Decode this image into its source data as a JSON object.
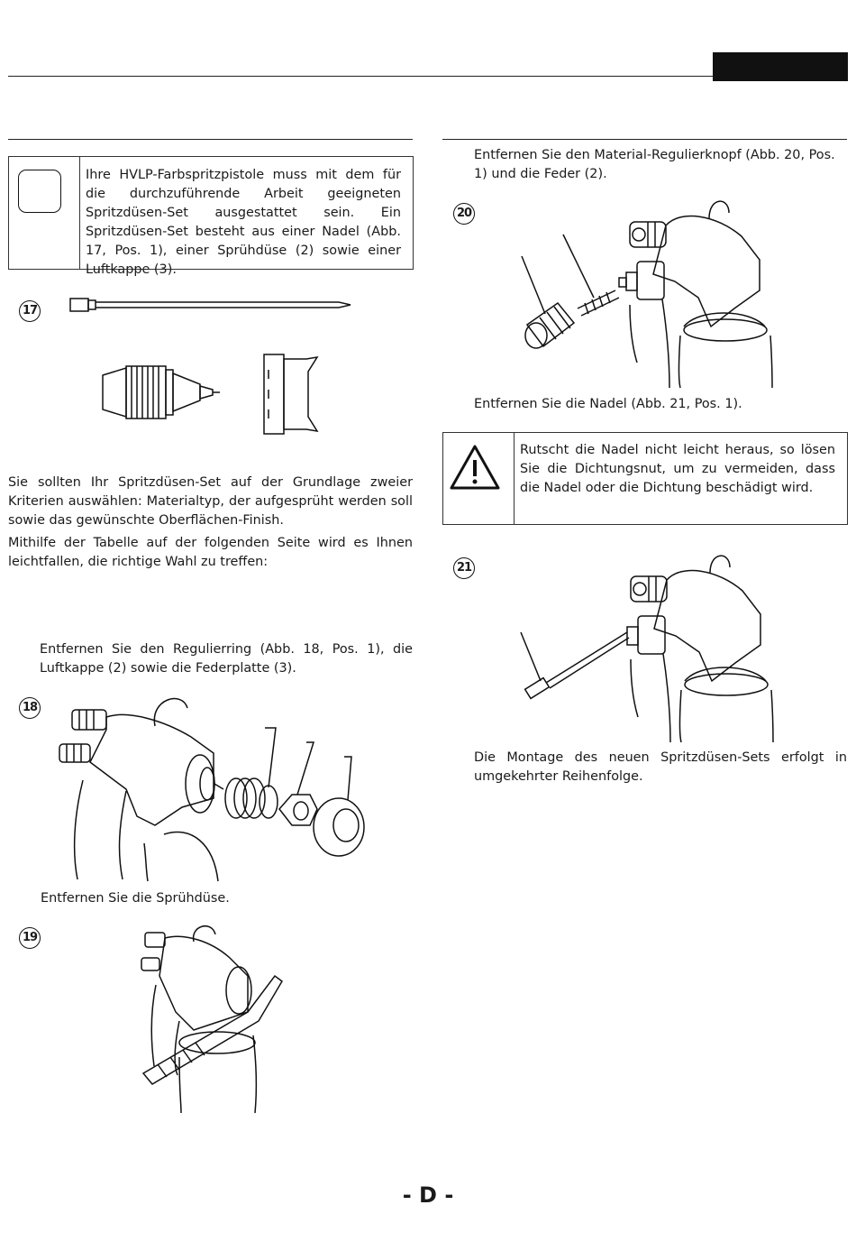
{
  "header": {},
  "intro_box": {
    "text": "Ihre HVLP-Farbspritzpistole muss mit dem für die durchzuführende Arbeit geeigneten Spritzdüsen-Set ausgestattet sein. Ein Spritzdüsen-Set besteht aus einer Nadel (Abb. 17, Pos. 1), einer Sprühdüse (2) sowie einer Luftkappe (3)."
  },
  "figures": {
    "fig17": "17",
    "fig18": "18",
    "fig19": "19",
    "fig20": "20",
    "fig21": "21"
  },
  "left": {
    "para_choose": "Sie sollten Ihr Spritzdüsen-Set auf der Grundlage zweier Kriterien auswählen: Materialtyp, der aufgesprüht werden soll sowie das gewünschte Oberflächen-Finish.",
    "para_table": "Mithilfe der Tabelle auf der folgenden Seite wird es Ihnen leichtfallen, die richtige Wahl zu treffen:",
    "para_ring": "Entfernen Sie den Regulierring (Abb. 18, Pos. 1), die Luftkappe (2) sowie die Federplatte (3).",
    "caption_nozzle": "Entfernen Sie die Sprühdüse."
  },
  "right": {
    "para_knob": "Entfernen Sie den Material-Regulierknopf (Abb. 20, Pos. 1) und die Feder (2).",
    "para_needle": "Entfernen Sie die Nadel (Abb. 21, Pos. 1).",
    "warning_text": "Rutscht die Nadel nicht leicht heraus, so lösen Sie die Dichtungsnut, um zu vermeiden, dass die Nadel oder die Dichtung beschädigt wird.",
    "para_assembly": "Die Montage des neuen Spritzdüsen-Sets erfolgt in umgekehrter Reihenfolge."
  },
  "icons": {
    "note": "blank-rounded-square-icon",
    "warning": "warning-triangle-icon"
  },
  "footer": {
    "page_label": "- D -"
  }
}
